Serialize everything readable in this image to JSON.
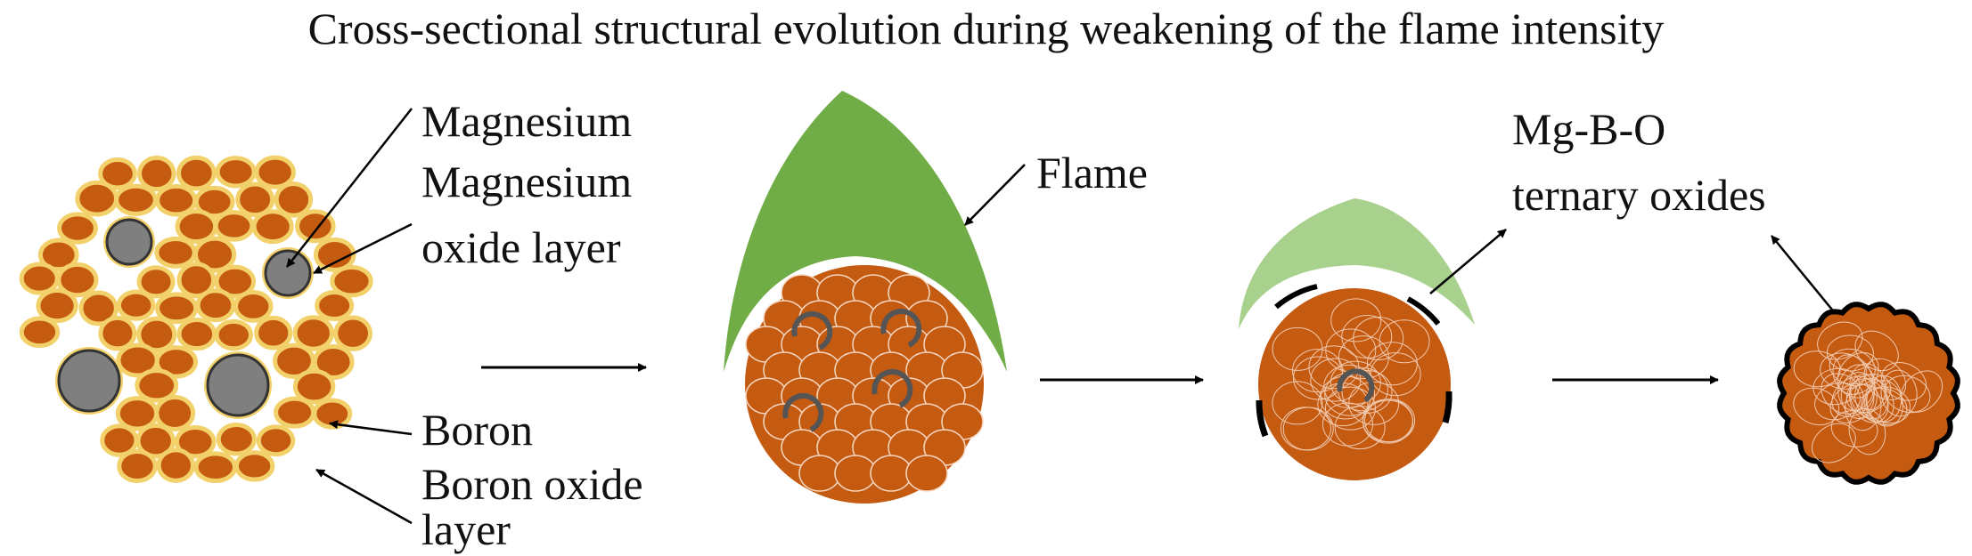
{
  "title": "Cross-sectional structural evolution during weakening of the flame intensity",
  "labels": {
    "magnesium": "Magnesium",
    "magnesium_oxide_1": "Magnesium",
    "magnesium_oxide_2": "oxide layer",
    "boron": "Boron",
    "boron_oxide_1": "Boron oxide",
    "boron_oxide_2": "layer",
    "flame": "Flame",
    "mgbo_1": "Mg-B-O",
    "mgbo_2": "ternary oxides"
  },
  "colors": {
    "boron": "#c55a11",
    "boron_outline": "#f2d16b",
    "magnesium": "#7f7f7f",
    "magnesium_outline": "#333333",
    "flame_strong": "#70ad47",
    "flame_weak": "#a9d18e",
    "oxide_shell": "#000000",
    "arrow": "#000000"
  }
}
